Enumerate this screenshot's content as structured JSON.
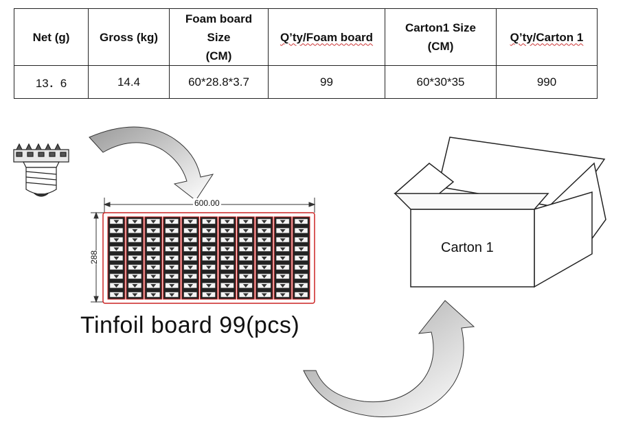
{
  "table": {
    "headers": {
      "net": "Net (g)",
      "gross": "Gross (kg)",
      "foam_line1": "Foam board",
      "foam_line2": "Size",
      "foam_line3": "(CM)",
      "qty_foam": "Q’ty/Foam board",
      "carton_line1": "Carton1 Size",
      "carton_line2": "(CM)",
      "qty_carton": "Q’ty/Carton 1"
    },
    "row": {
      "net": "13．6",
      "gross": "14.4",
      "foam_size": "60*28.8*3.7",
      "qty_foam": "99",
      "carton_size": "60*30*35",
      "qty_carton": "990"
    }
  },
  "illustration": {
    "board_caption": "Tinfoil board  99(pcs)",
    "carton_label": "Carton 1",
    "dim_width": "600.00",
    "dim_height": "288",
    "grid_columns": 11,
    "grid_rows": 9,
    "board_color": "#cc2222",
    "arrow_fill": "#bdbdbd"
  }
}
